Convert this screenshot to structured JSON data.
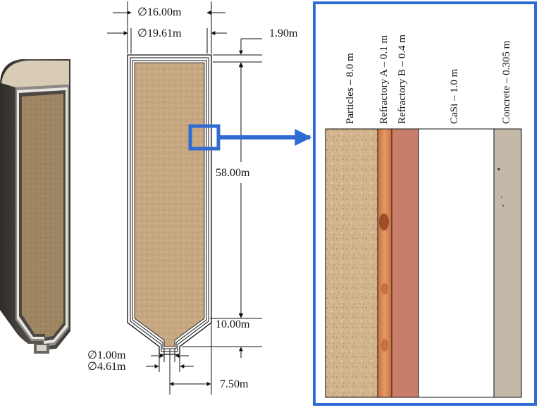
{
  "dimensions": {
    "inner_diameter": "16.00m",
    "outer_diameter": "19.61m",
    "top_thickness": "1.90m",
    "body_height": "58.00m",
    "cone_height": "10.00m",
    "outlet_inner_diameter": "1.00m",
    "outlet_outer_diameter": "4.61m",
    "outlet_offset": "7.50m",
    "diameter_symbol": "∅"
  },
  "layers": [
    {
      "label": "Particles – 8.0 m",
      "color": "#c9a985"
    },
    {
      "label": "Refractory A – 0.1 m",
      "color": "#d98a55"
    },
    {
      "label": "Refractory B – 0.4 m",
      "color": "#c97e6c"
    },
    {
      "label": "CaSi – 1.0 m",
      "color": "#ffffff"
    },
    {
      "label": "Concrete – 0.305 m",
      "color": "#c4b8a8"
    }
  ],
  "colors": {
    "callout_blue": "#2f6bd0",
    "sand": "#c8a882",
    "wall_dark": "#3a3632"
  }
}
